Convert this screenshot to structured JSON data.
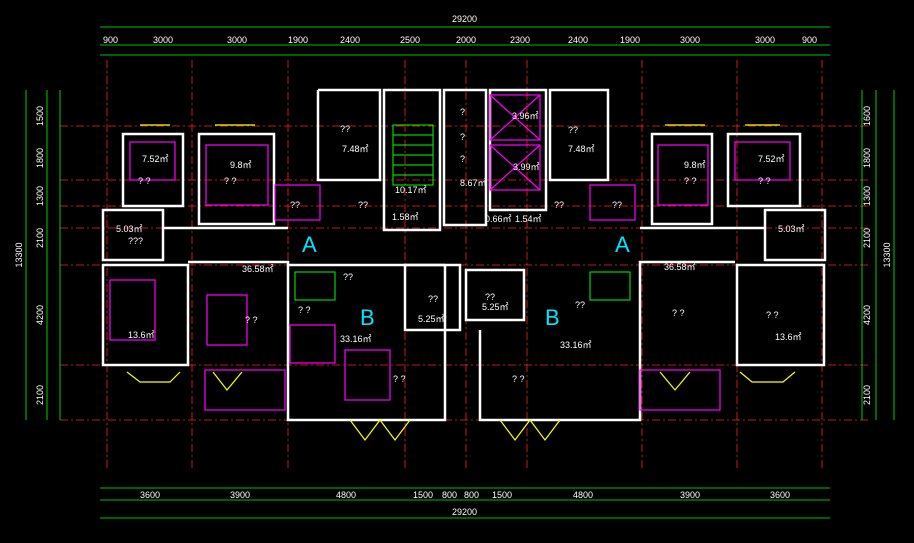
{
  "total_width_label": "29200",
  "top_dims": [
    "900",
    "3000",
    "3000",
    "1900",
    "2400",
    "2500",
    "2000",
    "2300",
    "2400",
    "1900",
    "3000",
    "3000",
    "900"
  ],
  "bottom_dims": [
    "3600",
    "3900",
    "4800",
    "1500",
    "800",
    "800",
    "1500",
    "4800",
    "3900",
    "3600"
  ],
  "left_dims": [
    "1500",
    "1800",
    "1300",
    "2100",
    "4200",
    "2100"
  ],
  "left_total": "13300",
  "right_dims": [
    "1600",
    "1800",
    "1300",
    "2100",
    "4200",
    "2100"
  ],
  "right_total": "13300",
  "unit_labels": [
    "A",
    "B",
    "B",
    "A"
  ],
  "room_areas": [
    "7.52㎡",
    "9.8㎡",
    "7.48㎡",
    "10.17㎡",
    "8.67㎡",
    "3.96㎡",
    "3.99㎡",
    "7.48㎡",
    "9.8㎡",
    "7.52㎡",
    "5.03㎡",
    "1.58㎡",
    "0.66㎡",
    "1.54㎡",
    "5.03㎡",
    "36.58㎡",
    "13.6㎡",
    "33.16㎡",
    "5.25㎡",
    "5.25㎡",
    "33.16㎡",
    "36.58㎡",
    "13.6㎡"
  ],
  "unknown_marks": [
    "? ?",
    "? ?",
    "??",
    "?",
    "?",
    "?",
    "??",
    "??",
    "? ?",
    "? ?",
    "???",
    "??",
    "??",
    "??",
    "??",
    "??",
    "??",
    "? ?",
    "? ?",
    "? ?",
    "? ?",
    "? ?",
    "? ?",
    "??"
  ],
  "colors": {
    "wall": "#ffffff",
    "furniture": "#ff00ff",
    "dimension": "#00ff00",
    "window": "#ffff00",
    "axis": "#ff0000",
    "label": "#00e5ff"
  }
}
